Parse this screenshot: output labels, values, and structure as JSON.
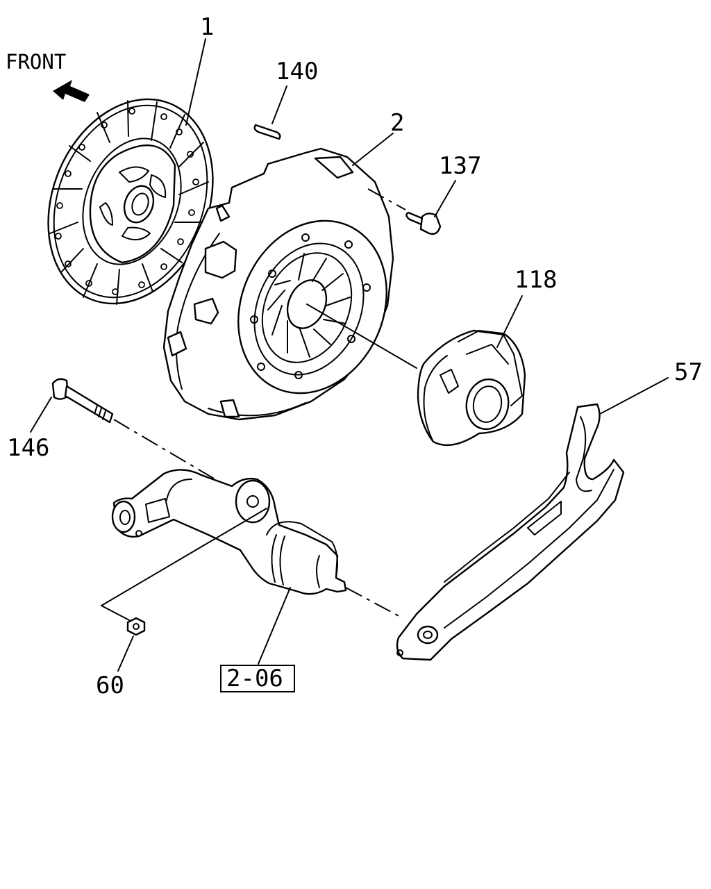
{
  "labels": {
    "front": "FRONT",
    "l1": "1",
    "l140": "140",
    "l2": "2",
    "l137": "137",
    "l118": "118",
    "l57": "57",
    "l146": "146",
    "l206": "2-06",
    "l60": "60"
  }
}
